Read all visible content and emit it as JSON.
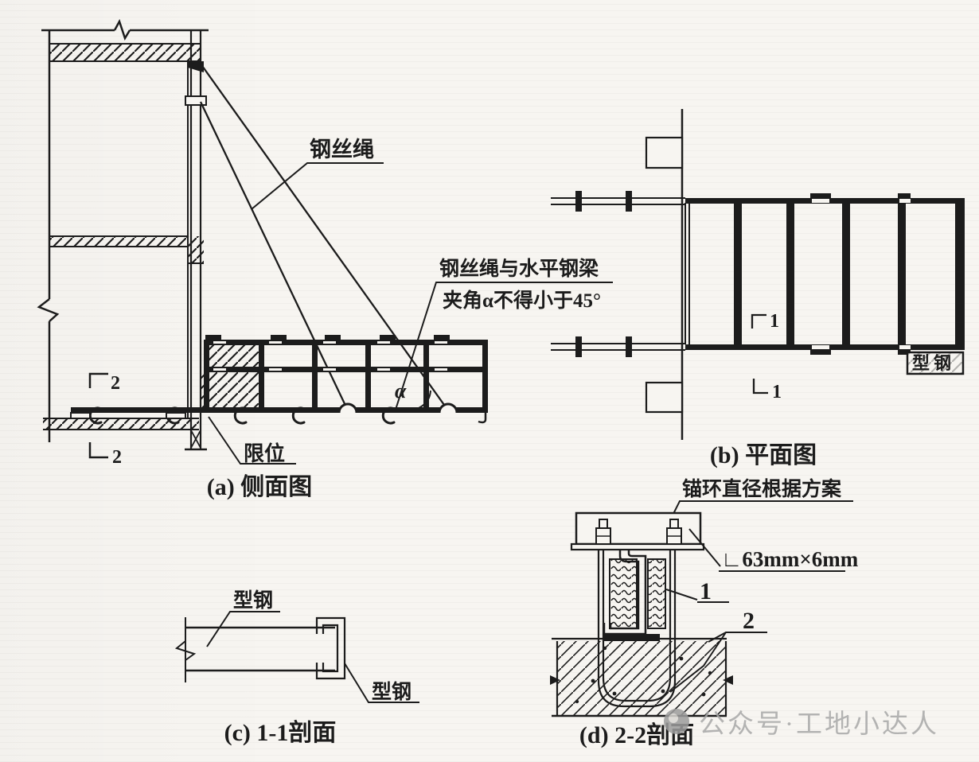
{
  "figure": {
    "views": {
      "a": {
        "caption": "(a) 侧面图",
        "section_marker_top": "2",
        "section_marker_bottom": "2",
        "labels": {
          "wire_rope": "钢丝绳",
          "angle_note_line1": "钢丝绳与水平钢梁",
          "angle_note_line2": "夹角α不得小于45°",
          "alpha": "α",
          "limit_stop": "限位"
        }
      },
      "b": {
        "caption": "(b) 平面图",
        "section_marker_top": "1",
        "section_marker_bottom": "1",
        "labels": {
          "section_steel": "型钢"
        }
      },
      "c": {
        "caption": "(c) 1-1剖面",
        "labels": {
          "section_steel_top": "型钢",
          "section_steel_bottom": "型钢"
        }
      },
      "d": {
        "caption": "(d) 2-2剖面",
        "labels": {
          "anchor_ring": "锚环直径根据方案",
          "angle_steel_size": "∟63mm×6mm",
          "callout_1": "1",
          "callout_2": "2"
        }
      }
    },
    "watermark": {
      "text": "公众号·工地小达人"
    },
    "colors": {
      "ink": "#1c1c1c",
      "paper": "#f7f5f1",
      "watermark": "#a8a8a8"
    }
  }
}
